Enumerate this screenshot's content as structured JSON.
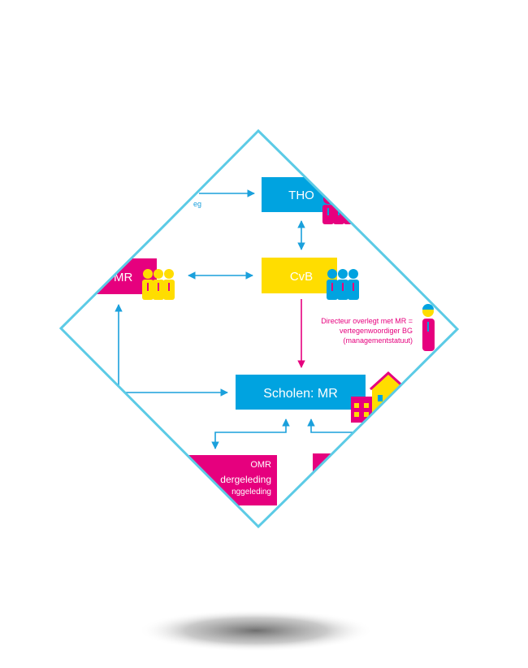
{
  "diagram": {
    "nodes": {
      "tho": "THO",
      "cvb": "CvB",
      "gmr": "MR",
      "scholen": "Scholen: MR",
      "omr_title": "OMR",
      "omr_line2": "dergeleding",
      "omr_line3": "nggeleding"
    },
    "top_left_fragment": "eg",
    "annotation": {
      "line1": "Directeur overlegt met MR =",
      "line2": "vertegenwoordiger BG",
      "line3": "(managementstatuut)"
    }
  },
  "colors": {
    "frame": "#5ccbe6",
    "cyan": "#00a3e0",
    "yellow": "#ffdd00",
    "magenta": "#e6007e",
    "arrow_cyan": "#1aa0dc",
    "arrow_magenta": "#e6007e"
  }
}
